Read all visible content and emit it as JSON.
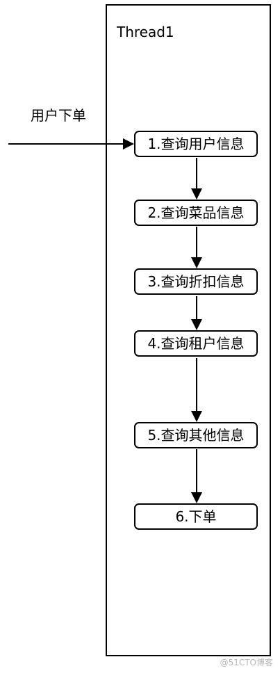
{
  "diagram": {
    "thread_title": "Thread1",
    "input_label": "用户下单",
    "steps": [
      {
        "label": "1.查询用户信息"
      },
      {
        "label": "2.查询菜品信息"
      },
      {
        "label": "3.查询折扣信息"
      },
      {
        "label": "4.查询租户信息"
      },
      {
        "label": "5.查询其他信息"
      },
      {
        "label": "6.下单"
      }
    ]
  },
  "watermark": "@51CTO博客",
  "colors": {
    "stroke": "#000000",
    "background": "#ffffff",
    "watermark": "#b8b8b8"
  }
}
